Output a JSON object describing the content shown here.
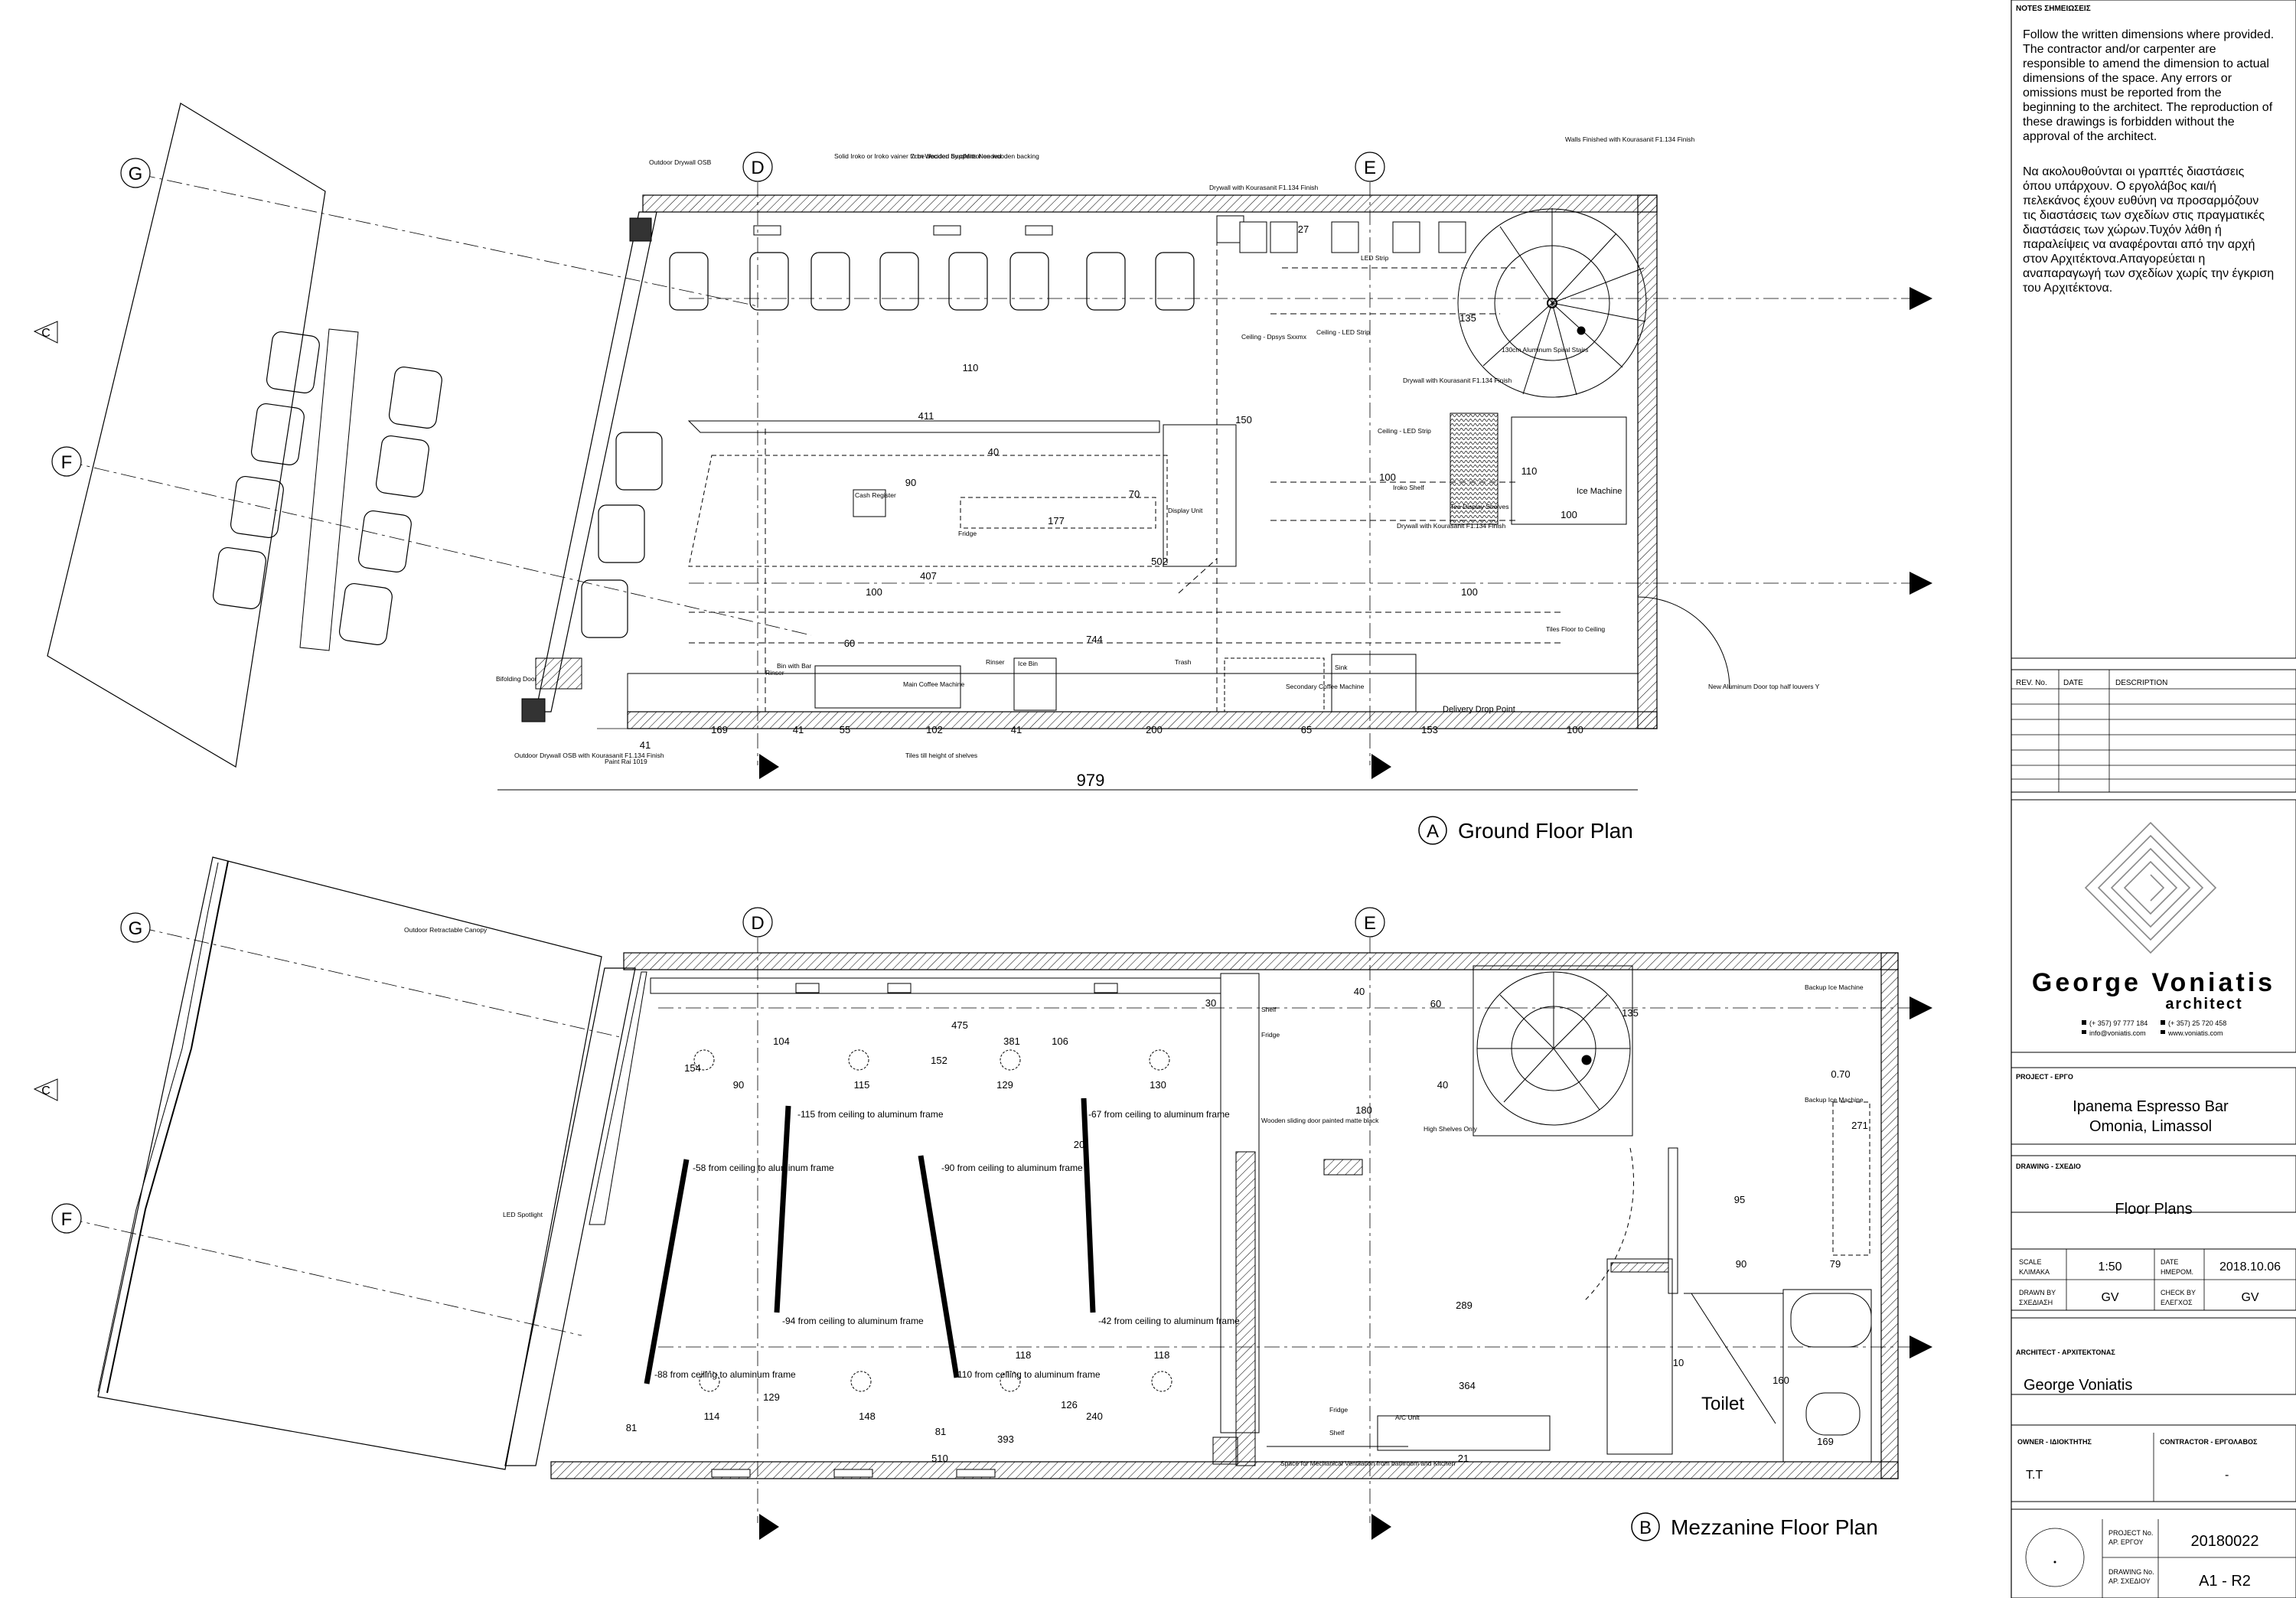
{
  "notes": {
    "header": "NOTES  ΣΗΜΕΙΩΣΕΙΣ",
    "english": [
      "Follow the written dimensions where provided.",
      "The contractor and/or carpenter are",
      "responsible to amend the dimension to actual",
      "dimensions of the space. Any errors or",
      "omissions must be reported from the",
      "beginning to the architect. The reproduction of",
      "these drawings is forbidden without the",
      "approval of the architect."
    ],
    "greek": [
      "Να ακολουθούνται οι γραπτές διαστάσεις",
      "όπου υπάρχουν. Ο εργολάβος και/ή",
      "πελεκάνος έχουν ευθύνη να προσαρμόζουν",
      "τις διαστάσεις των σχεδίων στις πραγματικές",
      "διαστάσεις των χώρων.Τυχόν λάθη ή",
      "παραλείψεις να αναφέρονται από την αρχή",
      "στον Αρχιτέκτονα.Απαγορεύεται η",
      "αναπαραγωγή των σχεδίων χωρίς την έγκριση",
      "του Αρχιτέκτονα."
    ]
  },
  "revisions": {
    "col_rev": "REV. No.",
    "col_date": "DATE",
    "col_desc": "DESCRIPTION"
  },
  "logo": {
    "name": "George Voniatis",
    "subtitle": "architect",
    "phone1": "(+ 357) 97 777 184",
    "phone2": "(+ 357) 25 720 458",
    "email": "info@voniatis.com",
    "web": "www.voniatis.com"
  },
  "project": {
    "label": "PROJECT - ΕΡΓΟ",
    "line1": "Ipanema Espresso Bar",
    "line2": "Omonia, Limassol"
  },
  "drawing": {
    "label": "DRAWING - ΣΧΕΔΙΟ",
    "value": "Floor Plans"
  },
  "meta": {
    "scale_label1": "SCALE",
    "scale_label2": "ΚΛΙΜΑΚΑ",
    "scale": "1:50",
    "date_label1": "DATE",
    "date_label2": "ΗΜΕΡΟΜ.",
    "date": "2018.10.06",
    "drawn_label1": "DRAWN BY",
    "drawn_label2": "ΣΧΕΔΙΑΣΗ",
    "drawn": "GV",
    "check_label1": "CHECK BY",
    "check_label2": "ΕΛΕΓΧΟΣ",
    "check": "GV"
  },
  "architect": {
    "label": "ARCHITECT - ΑΡΧΙΤΕΚΤΟΝΑΣ",
    "value": "George Voniatis"
  },
  "owner": {
    "label": "OWNER - ΙΔΙΟΚΤΗΤΗΣ",
    "value": "T.T"
  },
  "contractor": {
    "label": "CONTRACTOR - ΕΡΓΟΛΑΒΟΣ",
    "value": "-"
  },
  "project_no": {
    "label1": "PROJECT No.",
    "label2": "ΑΡ. ΕΡΓΟΥ",
    "value": "20180022"
  },
  "drawing_no": {
    "label1": "DRAWING No.",
    "label2": "ΑΡ. ΣΧΕΔΙΟΥ",
    "value": "A1 - R2"
  },
  "plans": {
    "ground": {
      "marker": "A",
      "title": "Ground Floor Plan",
      "total": "979"
    },
    "mezz": {
      "marker": "B",
      "title": "Mezzanine Floor Plan",
      "toilet": "Toilet"
    }
  },
  "grid": {
    "g": "G",
    "f": "F",
    "c": "C",
    "d": "D",
    "e": "E"
  },
  "ground_tags": [
    "Outdoor Drywall OSB",
    "Solid Iroko or Iroko vainer to be decided by client",
    "7cm Wooden Supports Needed",
    "Mirror on wooden backing",
    "Drywall with Kourasanit F1.134 Finish",
    "Walls Finished with Kourasanit F1.134 Finish",
    "LED Strip",
    "Ceiling - Dpsys Sxxmx",
    "Ceiling - LED Strip",
    "130cm Aluminum Spiral Stairs",
    "Drywall with Kourasanit F1.134 Finish",
    "Ceiling - LED Strip",
    "Iroko Shelf",
    "Tea Display Shelves",
    "Drywall with Kourasanit F1.134 Finish",
    "Ice Machine",
    "Cash Register",
    "Display Unit",
    "Fridge",
    "Tiles Floor to Ceiling",
    "Bifolding Door",
    "Bin with Bar",
    "Rinser",
    "Rinser",
    "Ice Bin",
    "Trash",
    "Main Coffee Machine",
    "Secondary Coffee Machine",
    "Sink",
    "Delivery Drop Point",
    "New Aluminum Door top half louvers Y",
    "Outdoor Drywall OSB with Kourasanit F1.134 Finish",
    "Paint Rai 1019",
    "Tiles till height of shelves"
  ],
  "ground_dims": [
    "411",
    "150",
    "110",
    "40",
    "90",
    "177",
    "70",
    "100",
    "502",
    "407",
    "744",
    "100",
    "60",
    "110",
    "100",
    "135",
    "27",
    "100",
    "169",
    "41",
    "55",
    "102",
    "41",
    "200",
    "65",
    "153",
    "100",
    "41"
  ],
  "mezz_tags": [
    "Outdoor Retractable Canopy",
    "LED Spotlight",
    "Shelf",
    "Fridge",
    "Wooden sliding door painted matte black",
    "High Shelves Only",
    "Backup Ice Machine",
    "Backup Ice Machine",
    "Fridge",
    "Shelf",
    "A/C Unit",
    "Space for Mechanical Ventilation from bathroom and Kitchen"
  ],
  "mezz_notes": [
    "-58 from ceiling to aluminum frame",
    "-115 from ceiling to aluminum frame",
    "-90 from ceiling to aluminum frame",
    "-67 from ceiling to aluminum frame",
    "-88 from ceiling to aluminum frame",
    "-94 from ceiling to aluminum frame",
    "-110 from ceiling to aluminum frame",
    "-42 from ceiling to aluminum frame"
  ],
  "mezz_dims": [
    "475",
    "381",
    "104",
    "152",
    "106",
    "90",
    "115",
    "129",
    "130",
    "154",
    "20",
    "30",
    "40",
    "60",
    "40",
    "180",
    "135",
    "0.70",
    "271",
    "95",
    "90",
    "79",
    "118",
    "118",
    "289",
    "364",
    "114",
    "148",
    "240",
    "393",
    "510",
    "129",
    "81",
    "81",
    "126",
    "10",
    "160",
    "169",
    "21"
  ]
}
